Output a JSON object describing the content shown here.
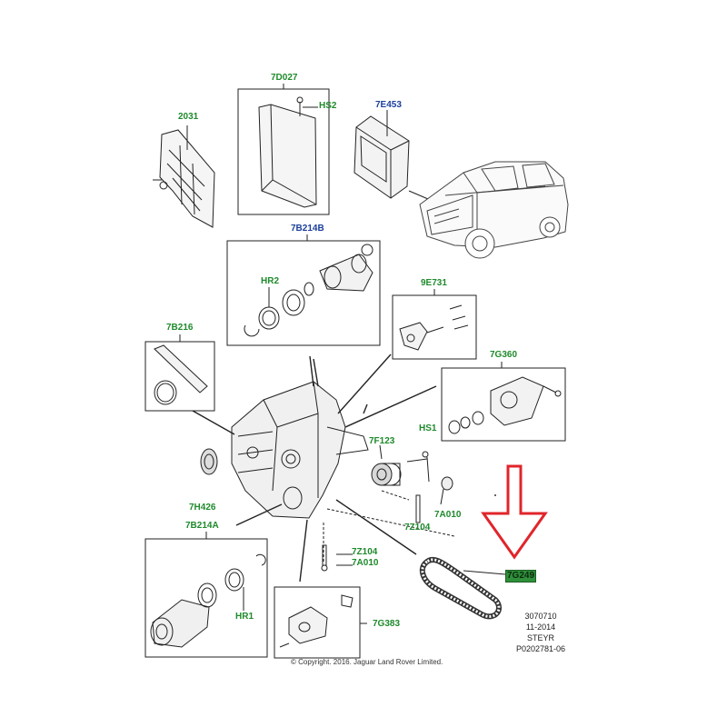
{
  "labels": {
    "p2031": "2031",
    "p7D027": "7D027",
    "pHS2": "HS2",
    "p7E453": "7E453",
    "p7B214B": "7B214B",
    "pHR2": "HR2",
    "p9E731": "9E731",
    "p7B216": "7B216",
    "p7G360": "7G360",
    "pHS1": "HS1",
    "p7F123": "7F123",
    "p7H426": "7H426",
    "p7Z104a": "7Z104",
    "p7A010a": "7A010",
    "p7B214A": "7B214A",
    "p7Z104b": "7Z104",
    "p7A010b": "7A010",
    "p7G249": "7G249",
    "pHR1": "HR1",
    "p7G383": "7G383"
  },
  "stamp": {
    "line1": "3070710",
    "line2": "11-2014",
    "line3": "STEYR",
    "line4": "P0202781-06"
  },
  "copyright": "© Copyright. 2016. Jaguar Land Rover Limited.",
  "colors": {
    "green_label": "#1f8a2c",
    "blue_label": "#1c3f9c",
    "highlight": "#2f8f3a",
    "arrow": "#e0252b"
  }
}
